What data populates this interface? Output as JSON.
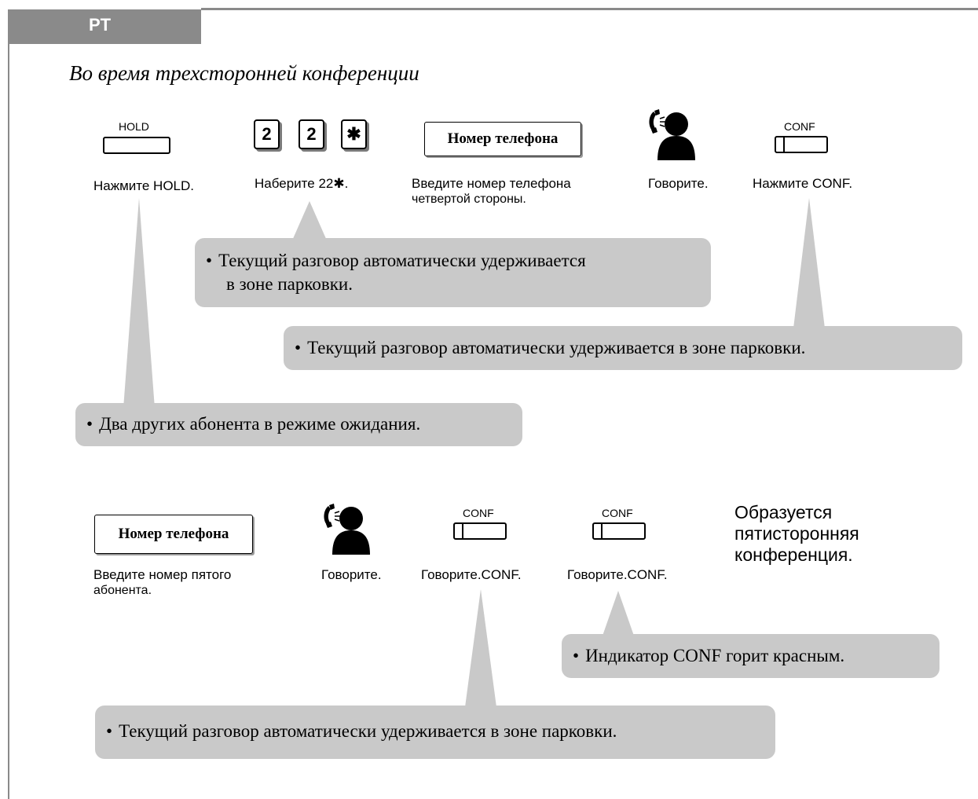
{
  "header": {
    "tab_label": "PT"
  },
  "title": "Во время трехсторонней конференции",
  "section1": {
    "hold_button_label": "HOLD",
    "keys": [
      "2",
      "2",
      "✱"
    ],
    "phone_number_box": "Номер телефона",
    "conf_button_label": "CONF",
    "captions": {
      "hold": "Нажмите HOLD.",
      "dial": "Наберите 22✱.",
      "enter_number_line1": "Введите номер телефона",
      "enter_number_line2": "четвертой  стороны.",
      "talk": "Говорите.",
      "conf": "Нажмите CONF."
    },
    "notes": {
      "dial_note_line1": "Текущий разговор автоматически удерживается",
      "dial_note_line2": "в зоне парковки.",
      "conf_note": "Текущий разговор автоматически удерживается в зоне парковки.",
      "hold_note": "Два других абонента в режиме ожидания."
    }
  },
  "section2": {
    "phone_number_box": "Номер телефона",
    "conf_button_label_1": "CONF",
    "conf_button_label_2": "CONF",
    "captions": {
      "enter_number_line1": "Введите номер пятого",
      "enter_number_line2": "абонента.",
      "talk": "Говорите.",
      "conf1": "Говорите.CONF.",
      "conf2": "Говорите.CONF."
    },
    "result": "Образуется пятисторонняя конференция.",
    "notes": {
      "indicator_note": "Индикатор CONF горит красным.",
      "conf_note": "Текущий разговор автоматически удерживается в зоне парковки."
    }
  },
  "colors": {
    "tab": "#8a8a8a",
    "bubble": "#c9c9c9"
  },
  "bullet": "•"
}
